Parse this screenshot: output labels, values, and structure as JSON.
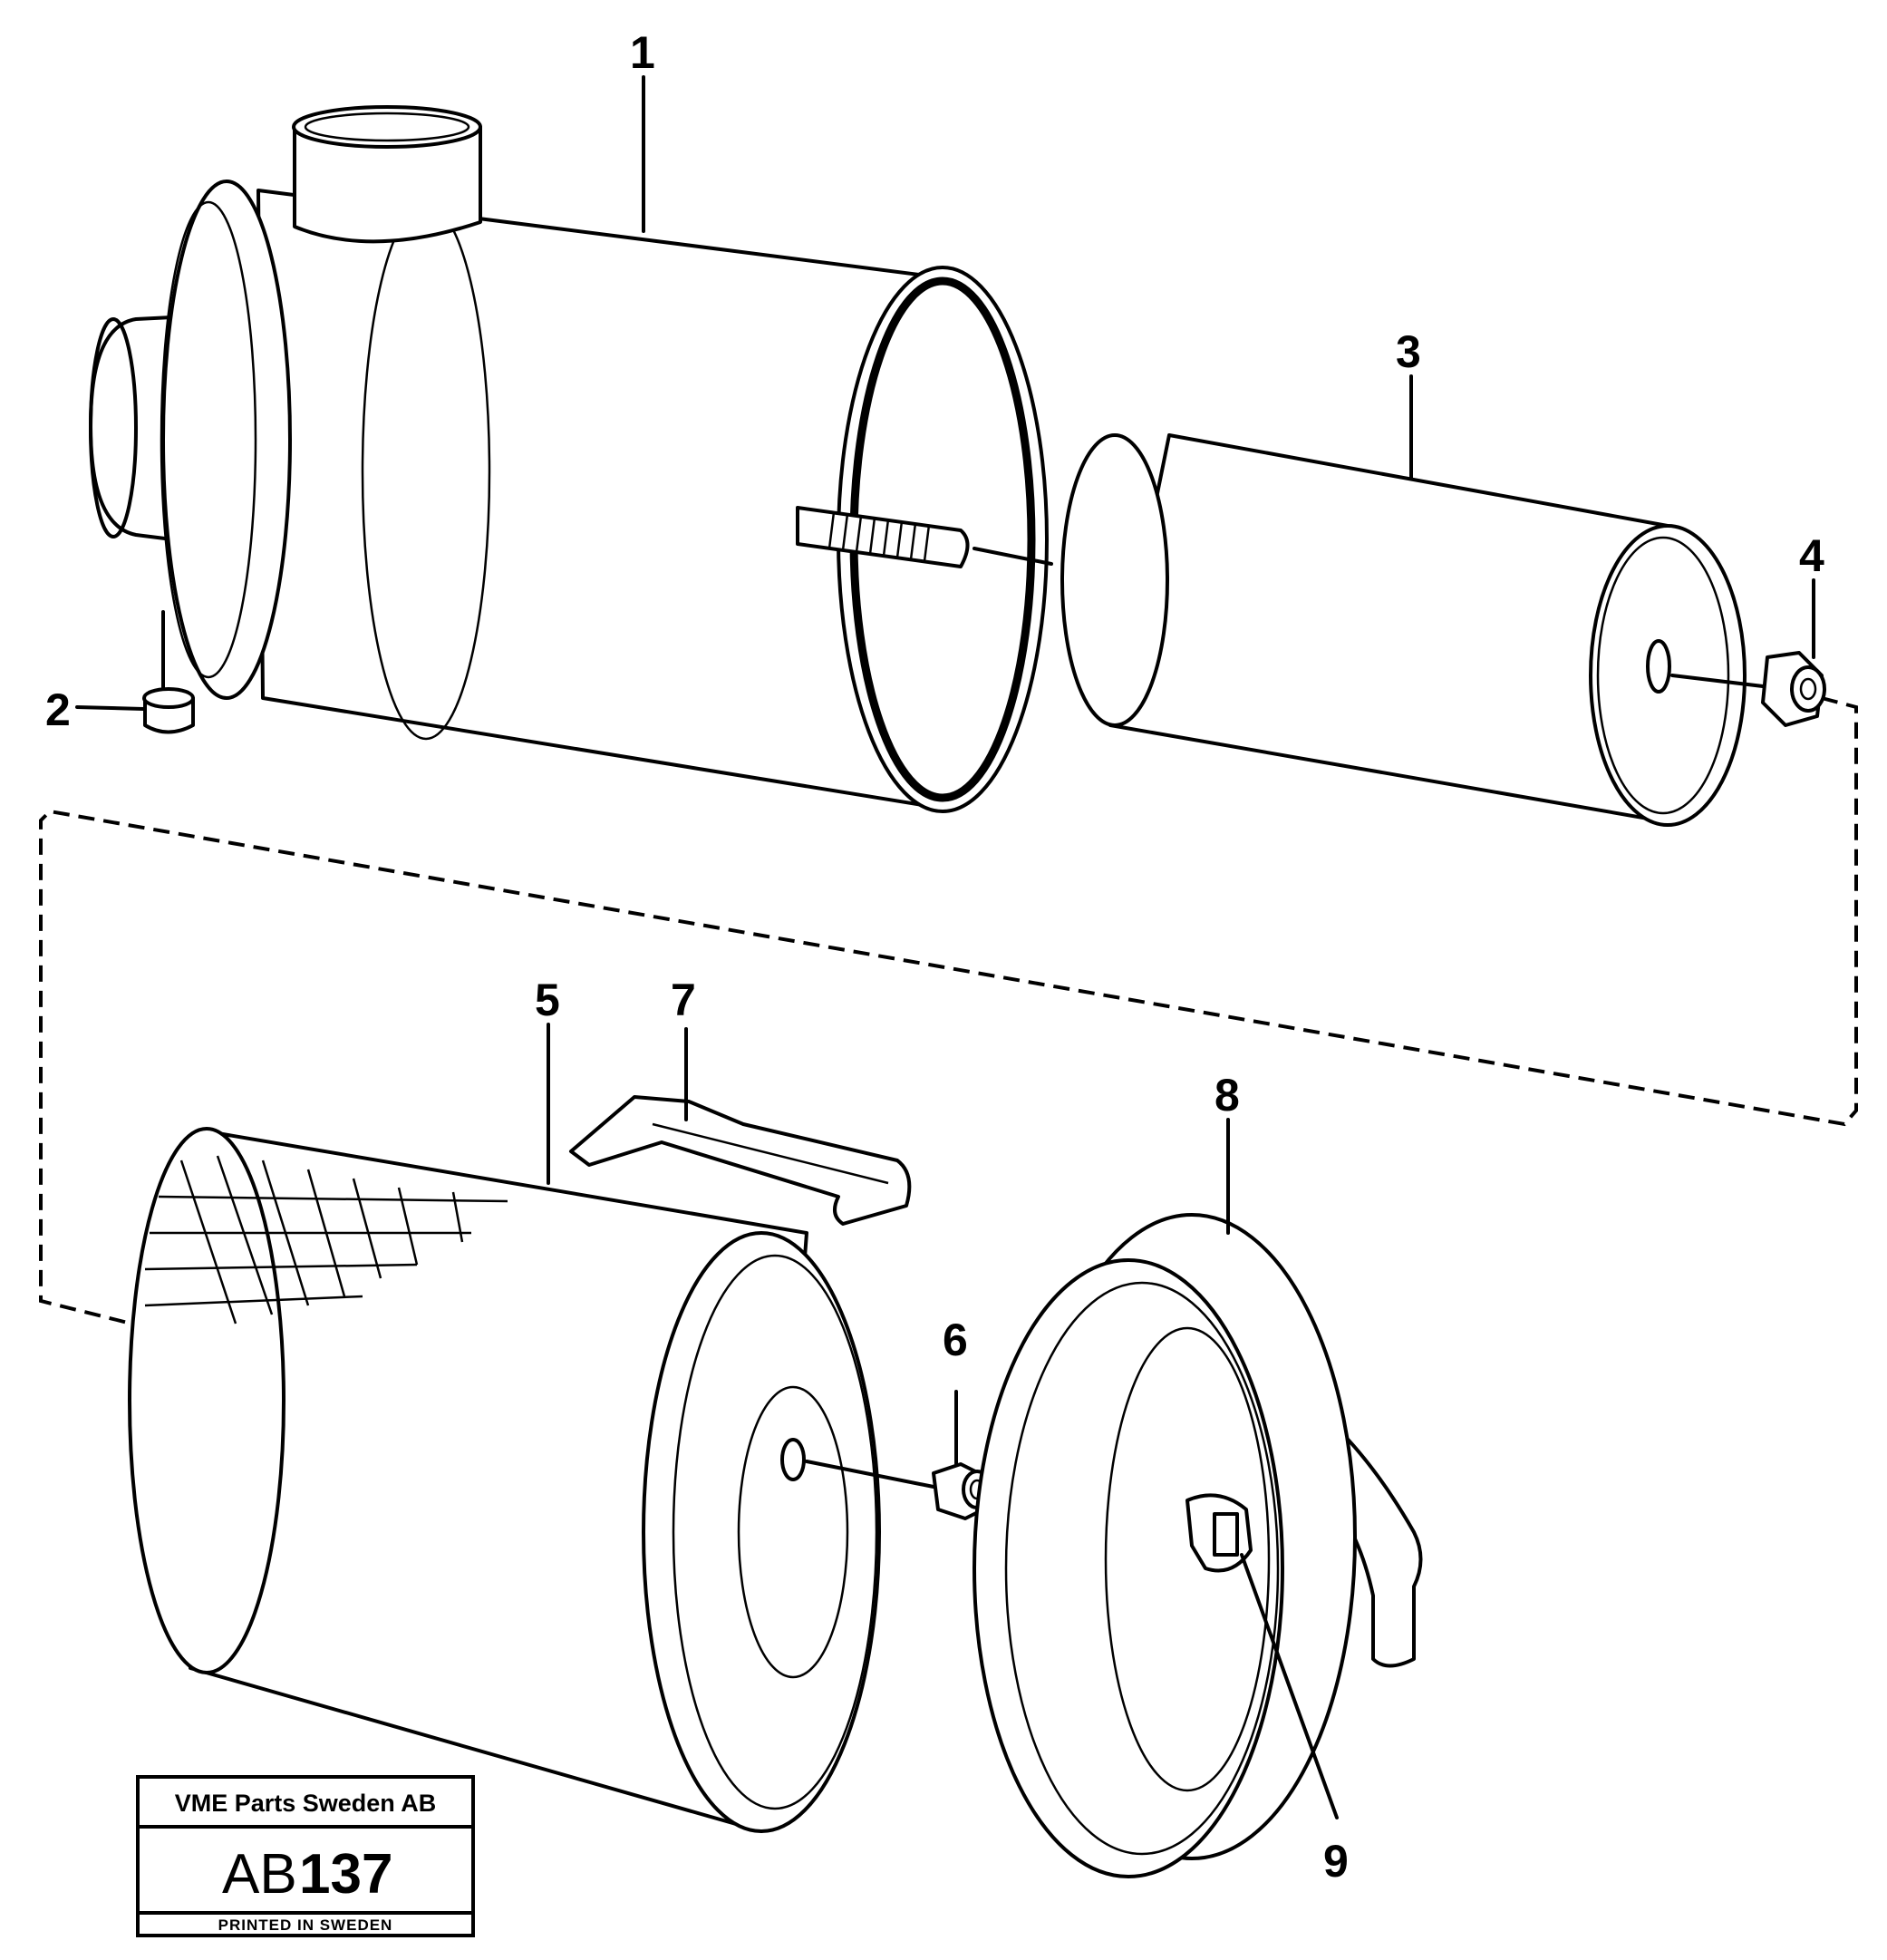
{
  "callouts": [
    "1",
    "2",
    "3",
    "4",
    "5",
    "6",
    "7",
    "8",
    "9"
  ],
  "title_block": {
    "company": "VME Parts Sweden AB",
    "code_prefix": "AB",
    "code_number": "137",
    "printed": "PRINTED IN SWEDEN"
  }
}
